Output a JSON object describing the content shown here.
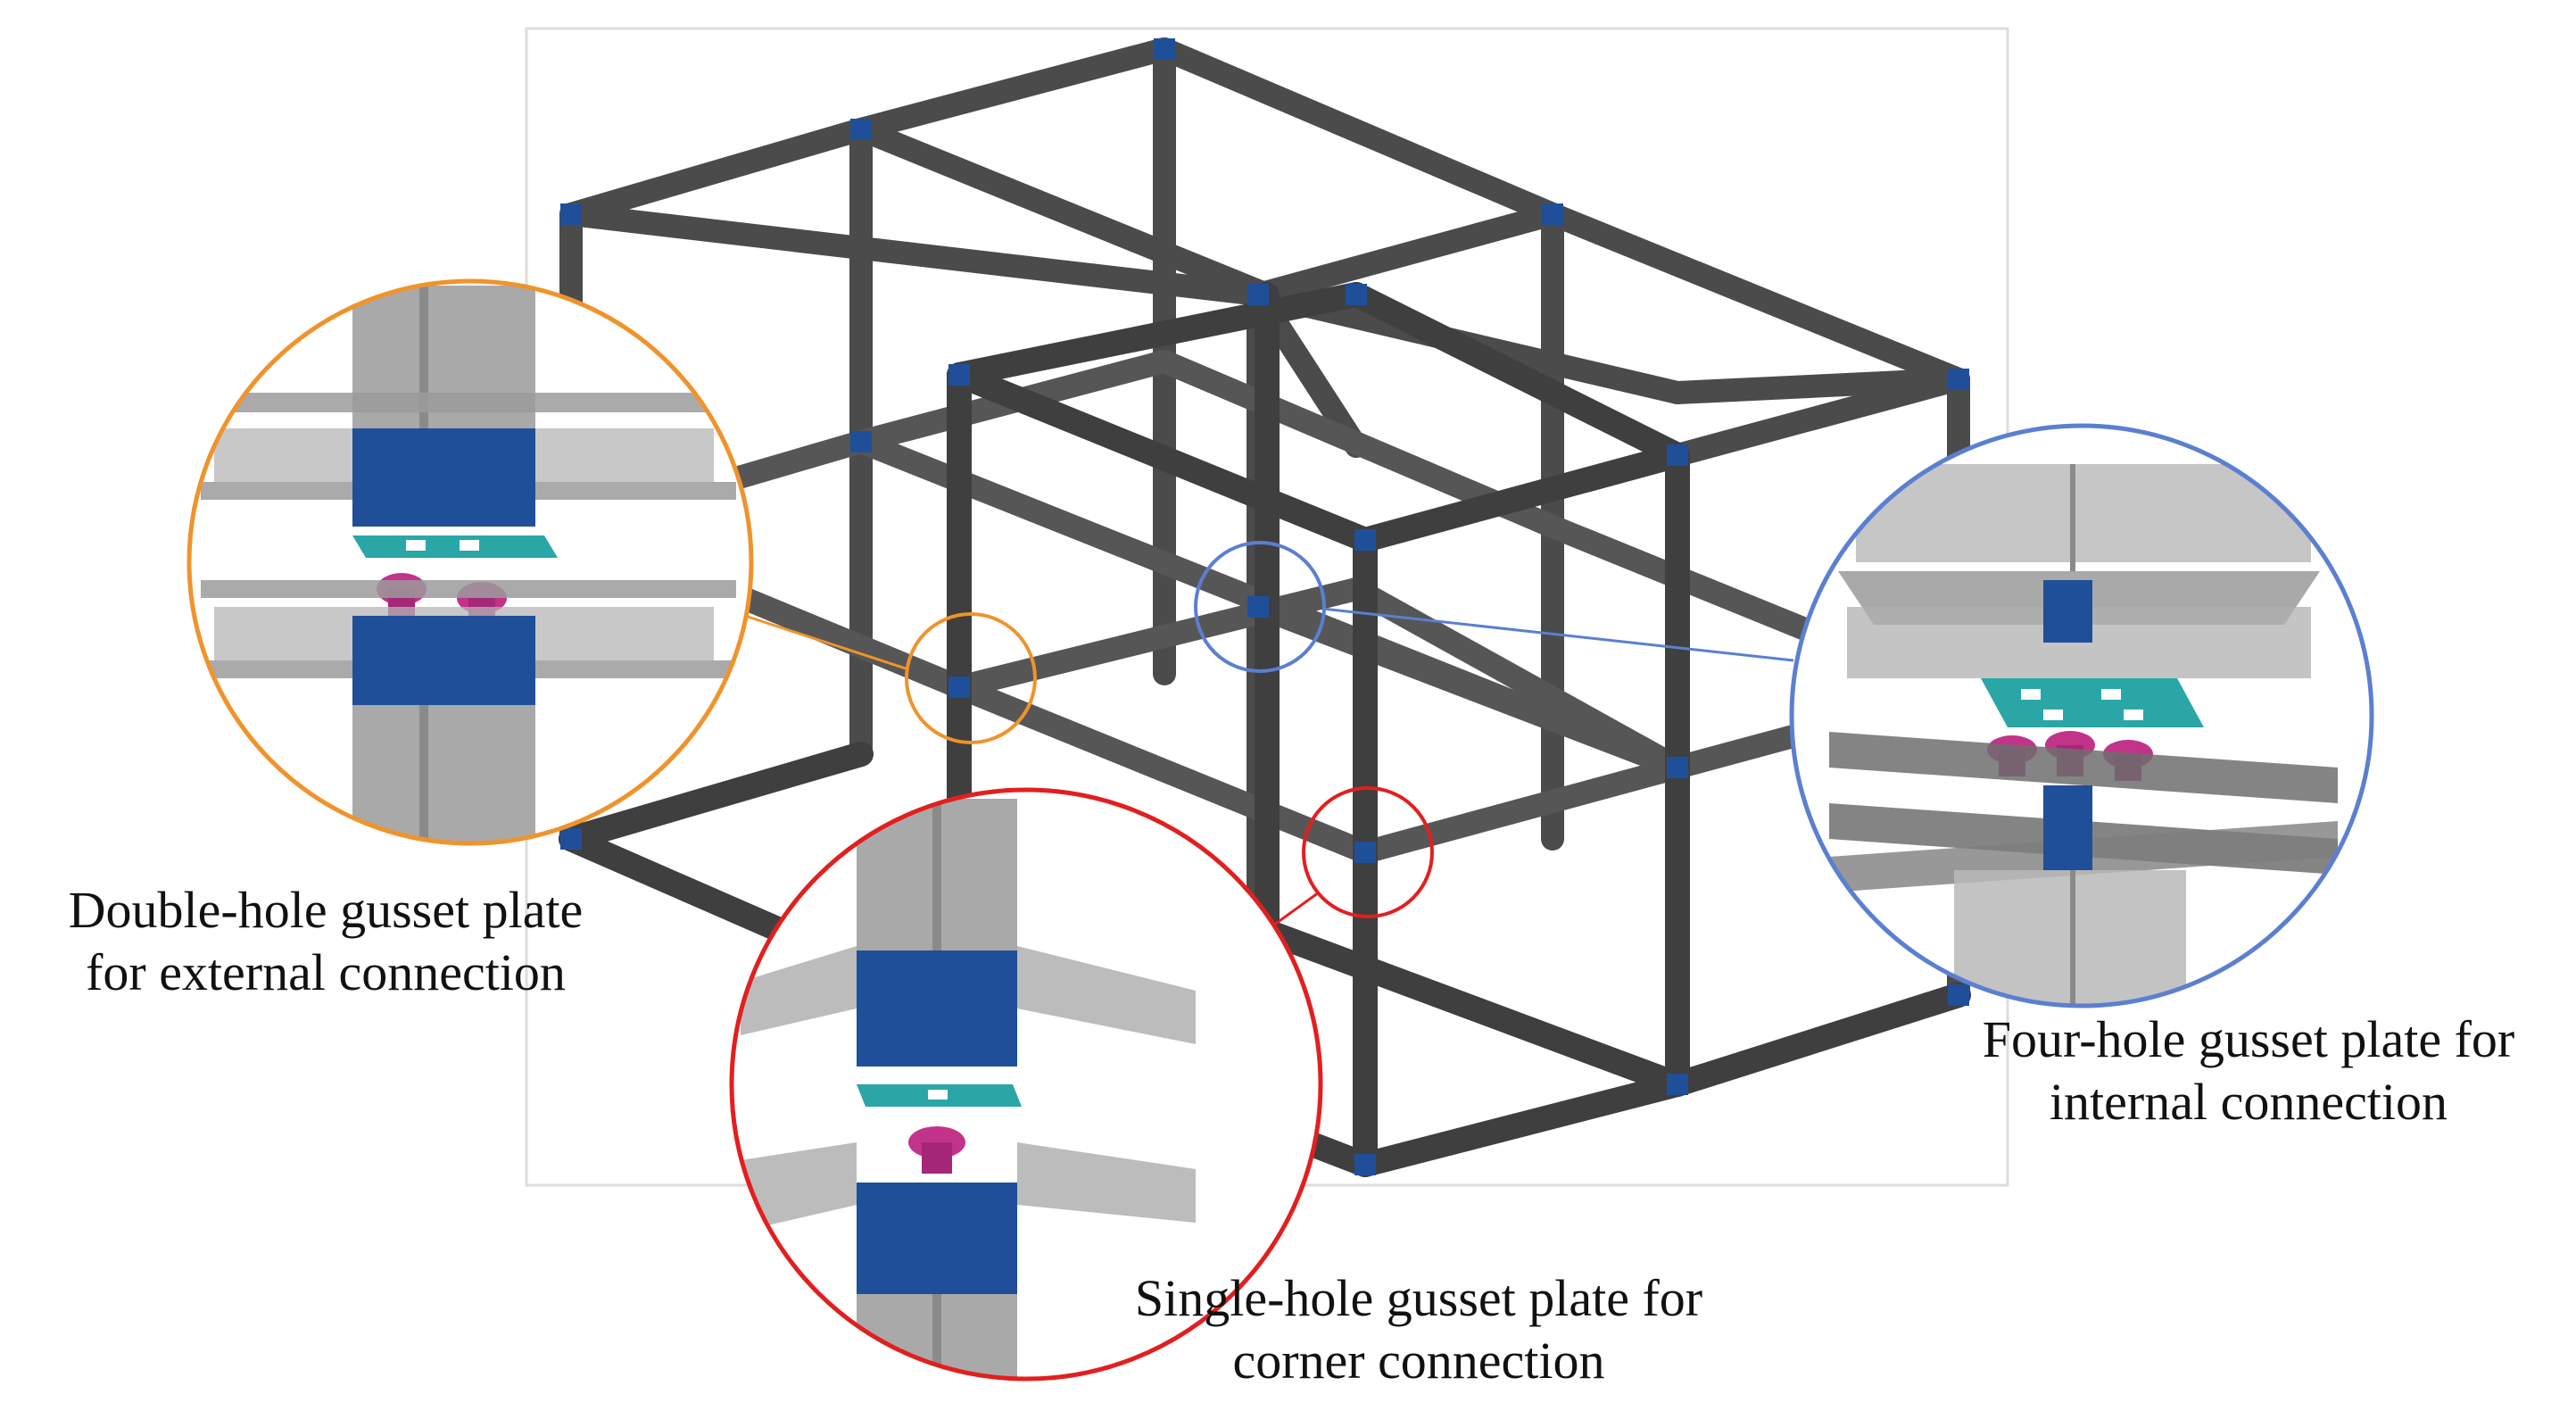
{
  "colors": {
    "frame_outline": "#d8d8d8",
    "steel_member": "#4a4a4a",
    "steel_member_light": "#6d6d6d",
    "connector_block": "#1f4f99",
    "gusset_plate": "#2aa6a6",
    "bolt": "#c2338a",
    "translucent_member": "#9a9a9a",
    "callout_external": "#f0932b",
    "callout_corner": "#e21f1f",
    "callout_internal": "#5b7fd1"
  },
  "icons": {
    "external_detail": "double-hole-gusset-connection-icon",
    "corner_detail": "single-hole-gusset-connection-icon",
    "internal_detail": "four-hole-gusset-connection-icon"
  },
  "callouts": {
    "external": {
      "line1": "Double-hole gusset plate",
      "line2": "for external connection"
    },
    "corner": {
      "line1": "Single-hole gusset plate for",
      "line2": "corner connection"
    },
    "internal": {
      "line1": "Four-hole gusset plate for",
      "line2": "internal connection"
    }
  }
}
